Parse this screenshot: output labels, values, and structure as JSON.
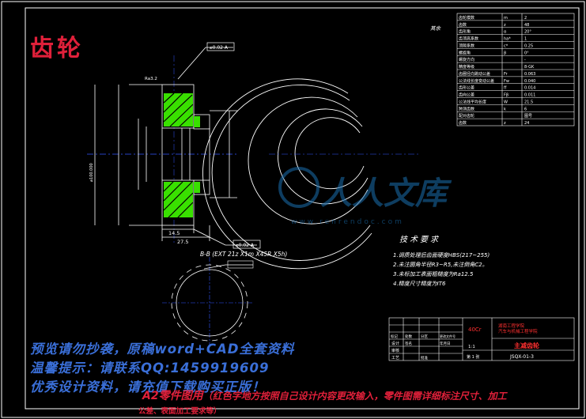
{
  "title": "齿轮",
  "watermarks": {
    "line1": "预览请勿抄袭，原稿word+CAD全套资料",
    "line2": "温馨提示：请联系QQ:1459919609",
    "line3": "优秀设计资料，请充值下载购买正版！"
  },
  "a2_note": {
    "head": "A2零件图用",
    "body": "（红色字地方按照自己设计内容更改输入，零件图需详细标注尺寸、加工",
    "body2": "公差、表面加工要求等）"
  },
  "site_logo": {
    "text": "人人文库",
    "url_text": "www.renrendoc.com"
  },
  "section_label": "B-B (EXT 21z X1m X45R X5h)",
  "roughness_note": "其余",
  "technical_requirements": {
    "title": "技术要求",
    "items": [
      "1.调质处理后齿面硬度HBS(217~255)",
      "2.未注圆角半径R3~R5,未注倒角C2。",
      "3.未标加工表面粗糙度为Ra12.5",
      "4.精度尺寸精度为IT6"
    ]
  },
  "gear_params": [
    {
      "name": "齿轮模数",
      "sym": "m",
      "val": "2"
    },
    {
      "name": "齿数",
      "sym": "z",
      "val": "48"
    },
    {
      "name": "齿形角",
      "sym": "α",
      "val": "20°"
    },
    {
      "name": "齿顶高系数",
      "sym": "ha*",
      "val": "1"
    },
    {
      "name": "顶隙系数",
      "sym": "c*",
      "val": "0.25"
    },
    {
      "name": "螺旋角",
      "sym": "β",
      "val": "0°"
    },
    {
      "name": "螺旋方向",
      "sym": "",
      "val": "-"
    },
    {
      "name": "精度等级",
      "sym": "",
      "val": "8-GK"
    },
    {
      "name": "齿圈径向跳动公差",
      "sym": "Fr",
      "val": "0.063"
    },
    {
      "name": "公法线长度变动公差",
      "sym": "Fw",
      "val": "0.040"
    },
    {
      "name": "齿形公差",
      "sym": "ff",
      "val": "0.014"
    },
    {
      "name": "齿向公差",
      "sym": "Fβ",
      "val": "0.011"
    },
    {
      "name": "公法线平均长度",
      "sym": "W",
      "val": "21.5"
    },
    {
      "name": "跨测齿数",
      "sym": "k",
      "val": "6"
    },
    {
      "name": "配对齿轮",
      "sym": "",
      "val": "图号"
    },
    {
      "name": "齿数",
      "sym": "z",
      "val": "24"
    }
  ],
  "title_block": {
    "part_name": "主减齿轮",
    "material": "40Cr",
    "school": "湖南工程学院",
    "school2": "汽车与机械工程学院",
    "drawing_no": "JSQX-01-3",
    "scale": "1:1",
    "sheet": "第 1 张",
    "rows": [
      "标记",
      "处数",
      "分区",
      "更改文件号",
      "签名",
      "年月日",
      "设计",
      "审核",
      "工艺",
      "批准"
    ]
  },
  "dimensions": {
    "d1": "⌀0.02 A",
    "d2": "14.5",
    "d3": "27.5",
    "d4": "⌀0.02 A",
    "ra": "Ra3.2",
    "d5": "⌀100.000"
  },
  "colors": {
    "background": "#000000",
    "line": "#ffffff",
    "hatch": "#39e000",
    "centerline": "#3355ff",
    "accent_red": "#e0203a",
    "watermark_blue": "#3a6fd8"
  }
}
